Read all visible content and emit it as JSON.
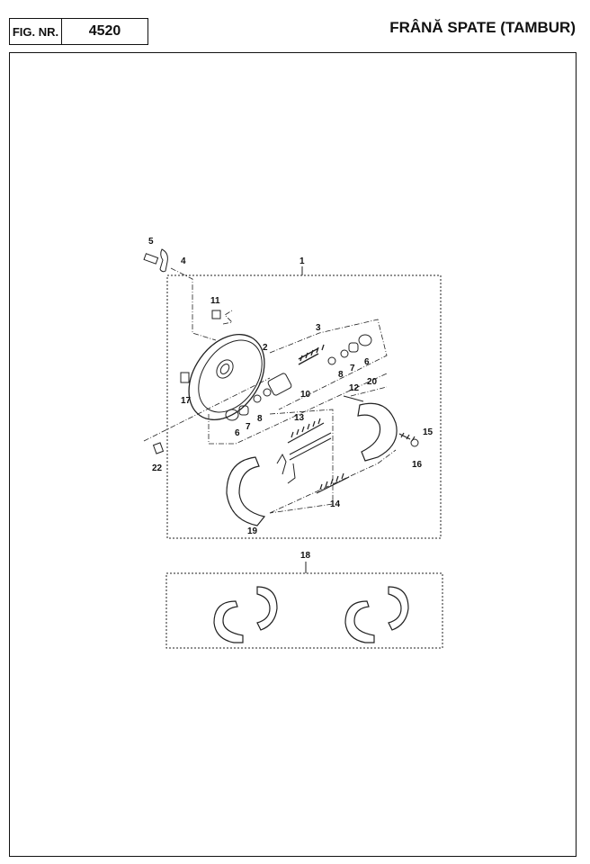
{
  "header": {
    "fig_label": "FIG. NR.",
    "fig_number": "4520",
    "title": "FRÂNĂ SPATE (TAMBUR)"
  },
  "callouts": {
    "c1": "1",
    "c2": "2",
    "c3": "3",
    "c4": "4",
    "c5": "5",
    "c6a": "6",
    "c6b": "6",
    "c7a": "7",
    "c7b": "7",
    "c8a": "8",
    "c8b": "8",
    "c10": "10",
    "c11": "11",
    "c12": "12",
    "c13": "13",
    "c14": "14",
    "c15": "15",
    "c16": "16",
    "c17": "17",
    "c18": "18",
    "c19": "19",
    "c20": "20",
    "c22": "22"
  }
}
